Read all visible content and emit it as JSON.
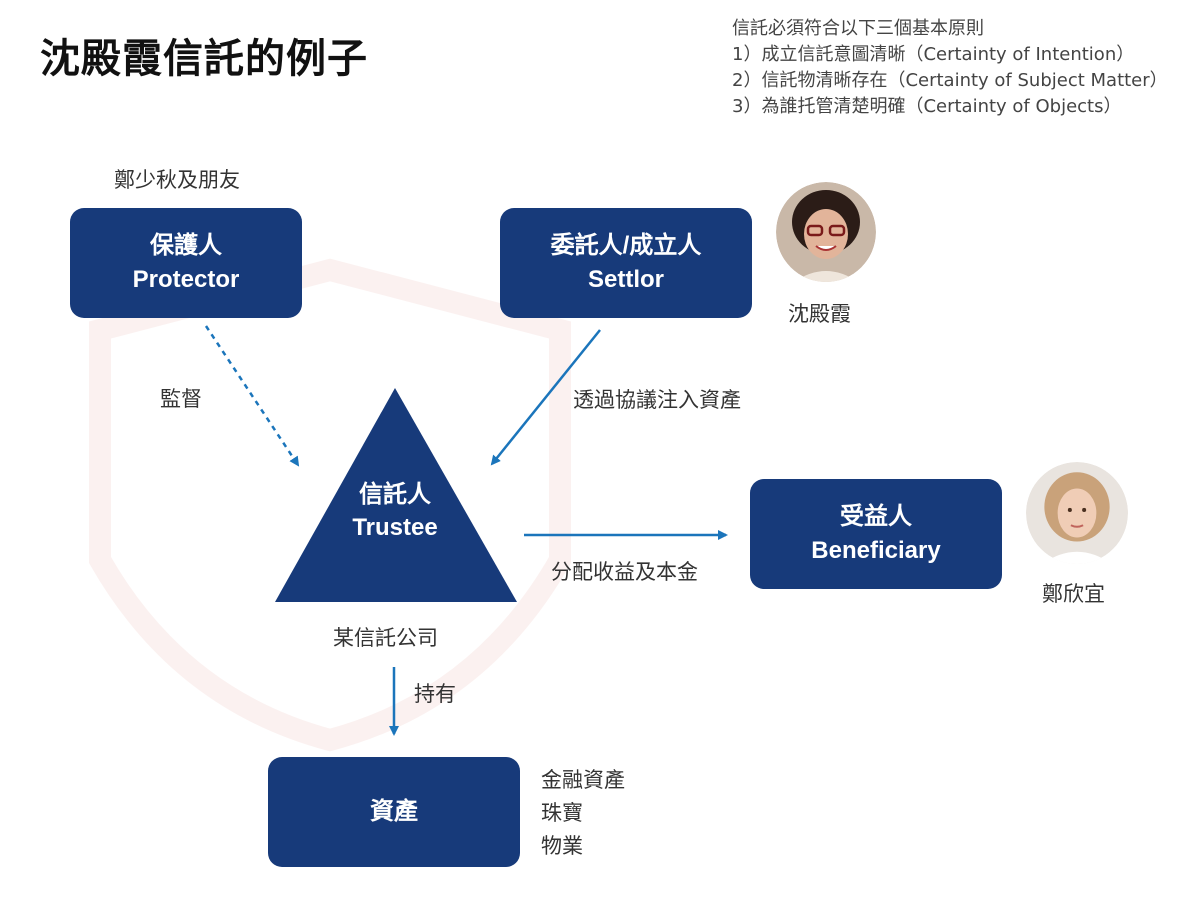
{
  "title": "沈殿霞信託的例子",
  "principles": {
    "heading": "信託必須符合以下三個基本原則",
    "items": [
      "1）成立信託意圖清晰（Certainty of Intention）",
      "2）信託物清晰存在（Certainty of Subject Matter）",
      "3）為誰托管清楚明確（Certainty of Objects）"
    ]
  },
  "protector": {
    "group_label": "鄭少秋及朋友",
    "title_zh": "保護人",
    "title_en": "Protector"
  },
  "settlor": {
    "title_zh": "委託人/成立人",
    "title_en": "Settlor",
    "person_name": "沈殿霞"
  },
  "trustee": {
    "title_zh": "信託人",
    "title_en": "Trustee",
    "company": "某信託公司"
  },
  "beneficiary": {
    "title_zh": "受益人",
    "title_en": "Beneficiary",
    "person_name": "鄭欣宜"
  },
  "assets": {
    "title": "資產",
    "items": [
      "金融資產",
      "珠寶",
      "物業"
    ]
  },
  "edges": {
    "supervise": "監督",
    "inject_assets": "透過協議注入資產",
    "distribute": "分配收益及本金",
    "hold": "持有"
  },
  "colors": {
    "box_fill": "#173a7a",
    "arrow": "#1b75bb",
    "watermark": "#c0392b"
  }
}
